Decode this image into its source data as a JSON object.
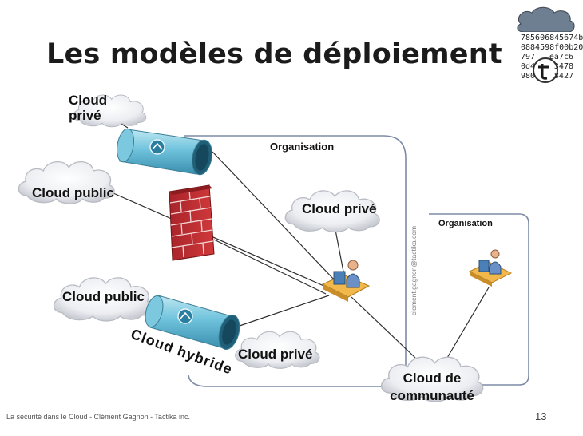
{
  "title": "Les modèles de déploiement",
  "labels": {
    "cloud_prive_top": [
      "Cloud",
      "privé"
    ],
    "cloud_public_left": "Cloud public",
    "cloud_public_bottom": "Cloud public",
    "cloud_hybride": "Cloud hybride",
    "organisation_main": "Organisation",
    "cloud_prive_center": "Cloud privé",
    "cloud_prive_bottom": "Cloud privé",
    "organisation_right": "Organisation",
    "cloud_communaute": [
      "Cloud de",
      "communauté"
    ]
  },
  "vertical_email": "clement.gagnon@tactika.com",
  "footer": "La sécurité dans  le Cloud - Clément Gagnon - Tactika inc.",
  "page_number": "13",
  "logo_text": [
    "785606845674b",
    "0884598f00b20",
    "797",
    "ea7c6",
    "0d4",
    "3478",
    "980",
    "8427"
  ]
}
